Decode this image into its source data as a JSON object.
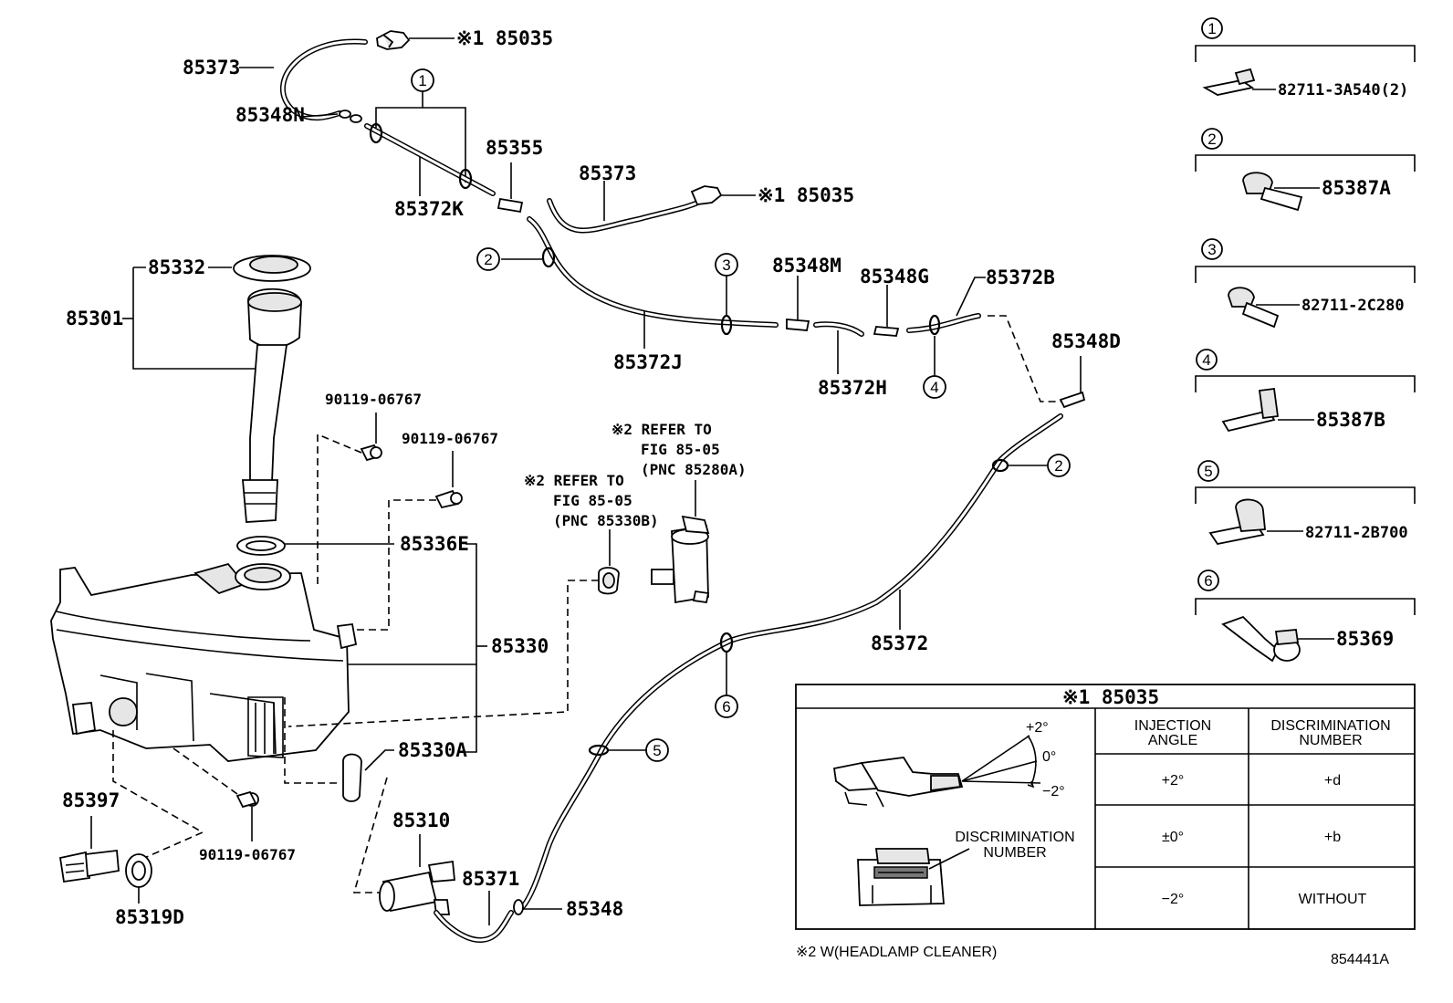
{
  "labels": {
    "l_85035_top": "※1 85035",
    "l_85373_a": "85373",
    "l_85348N": "85348N",
    "l_85372K": "85372K",
    "l_85355": "85355",
    "l_85373_b": "85373",
    "l_85035_mid": "※1 85035",
    "l_85332": "85332",
    "l_85301": "85301",
    "l_85372J": "85372J",
    "l_85348M": "85348M",
    "l_85348G": "85348G",
    "l_85372B": "85372B",
    "l_85372H": "85372H",
    "l_85348D": "85348D",
    "l_90119_a": "90119-06767",
    "l_90119_b": "90119-06767",
    "l_ref1_a": "※2 REFER TO",
    "l_ref1_b": "FIG 85-05",
    "l_ref1_c": "(PNC 85280A)",
    "l_ref2_a": "※2 REFER TO",
    "l_ref2_b": "FIG 85-05",
    "l_ref2_c": "(PNC 85330B)",
    "l_85336E": "85336E",
    "l_85330": "85330",
    "l_85372": "85372",
    "l_85330A": "85330A",
    "l_85397": "85397",
    "l_90119_c": "90119-06767",
    "l_85319D": "85319D",
    "l_85310": "85310",
    "l_85371": "85371",
    "l_85348": "85348"
  },
  "callouts": [
    "1",
    "2",
    "2",
    "3",
    "4",
    "5",
    "6"
  ],
  "legend": {
    "items": [
      {
        "num": "1",
        "part": "82711-3A540(2)"
      },
      {
        "num": "2",
        "part": "85387A"
      },
      {
        "num": "3",
        "part": "82711-2C280"
      },
      {
        "num": "4",
        "part": "85387B"
      },
      {
        "num": "5",
        "part": "82711-2B700"
      },
      {
        "num": "6",
        "part": "85369"
      }
    ]
  },
  "table": {
    "title": "※1 85035",
    "col1": "INJECTION",
    "col1b": "ANGLE",
    "col2": "DISCRIMINATION",
    "col2b": "NUMBER",
    "rows": [
      {
        "angle": "+2°",
        "number": "+d"
      },
      {
        "angle": "±0°",
        "number": "+b"
      },
      {
        "angle": "−2°",
        "number": "WITHOUT"
      }
    ],
    "angle_plus": "+2°",
    "angle_zero": "0°",
    "angle_minus": "−2°",
    "disc_label_a": "DISCRIMINATION",
    "disc_label_b": "NUMBER"
  },
  "footnote": "※2 W(HEADLAMP CLEANER)",
  "figure_id": "854441A"
}
